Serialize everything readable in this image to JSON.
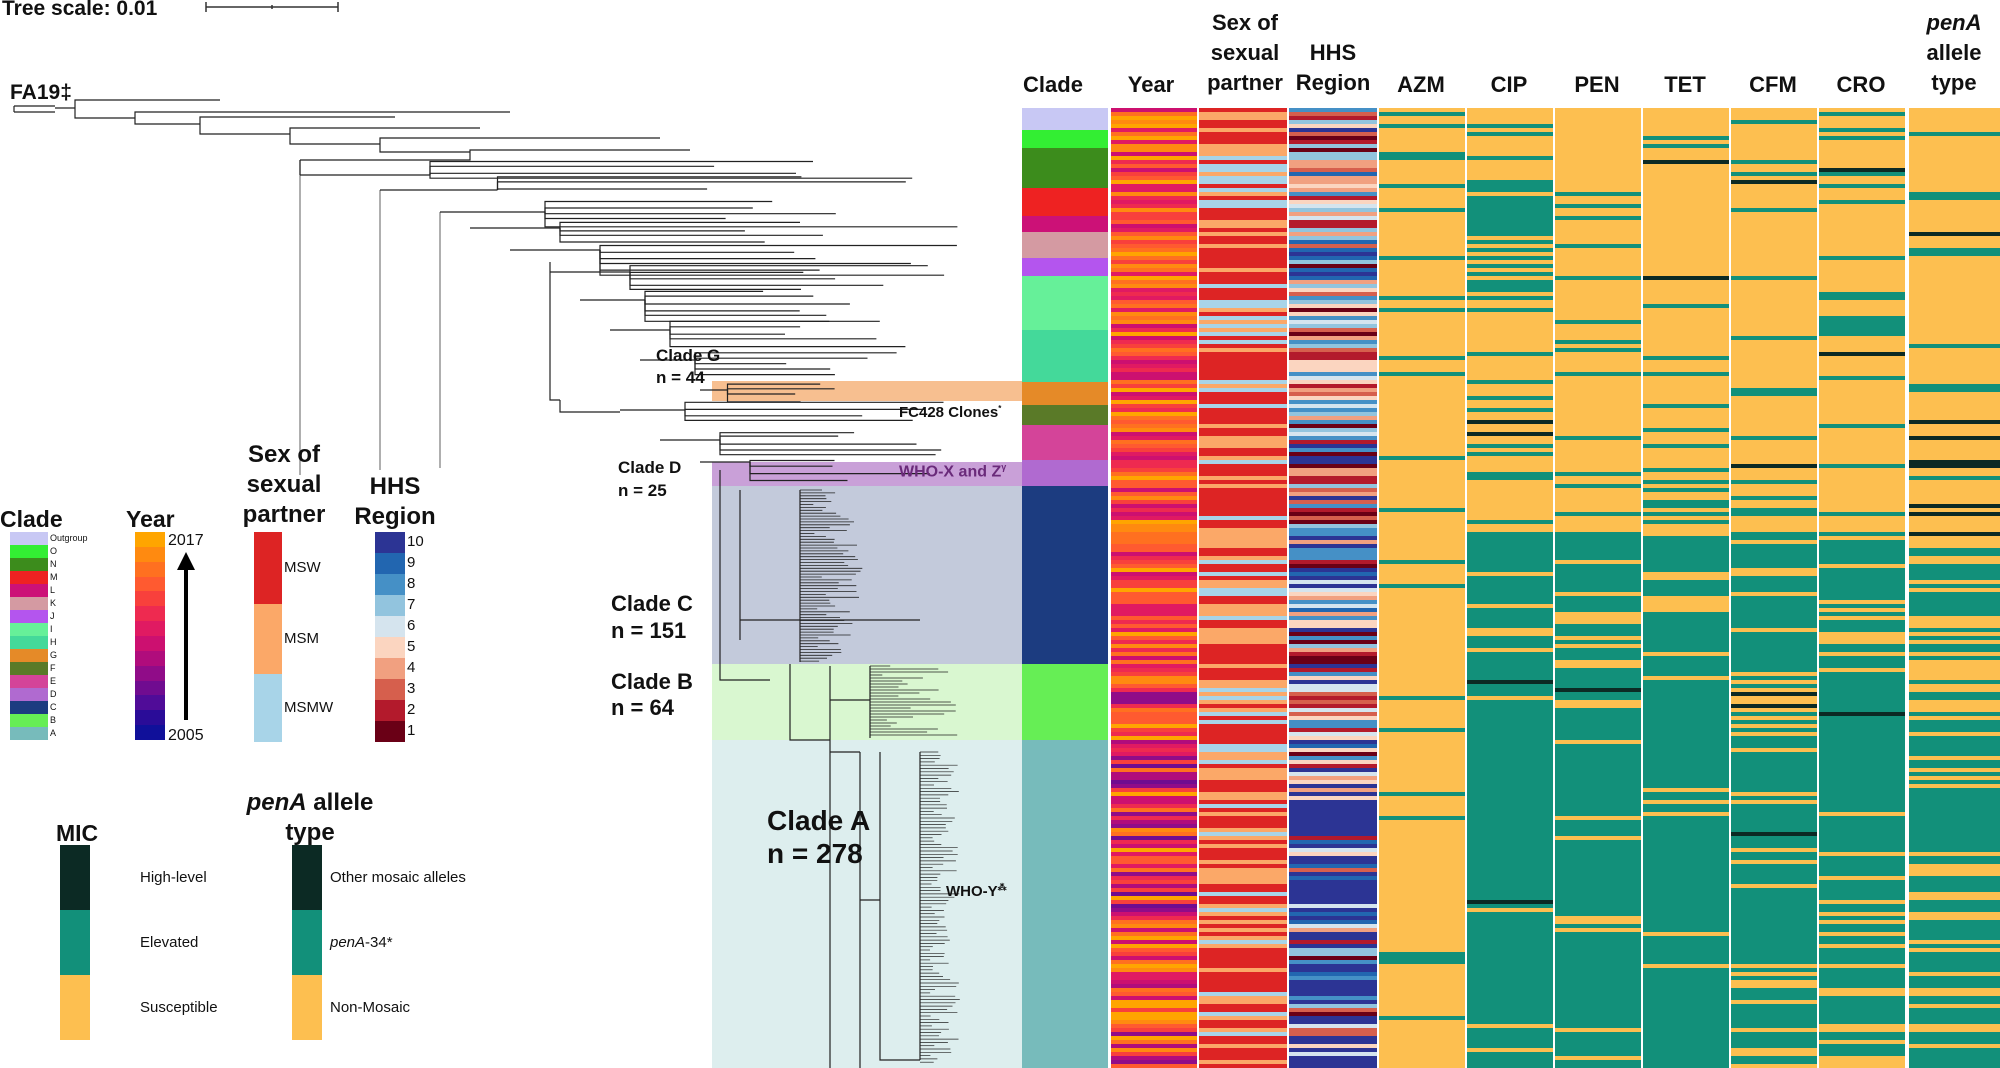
{
  "scale": {
    "label": "Tree scale: 0.01"
  },
  "root_label": "FA19‡",
  "clade_labels": [
    {
      "name": "Clade G",
      "n": "n = 44"
    },
    {
      "name": "Clade D",
      "n": "n = 25"
    },
    {
      "name": "Clade C",
      "n": "n = 151"
    },
    {
      "name": "Clade B",
      "n": "n = 64"
    },
    {
      "name": "Clade A",
      "n": "n = 278"
    }
  ],
  "annotations": {
    "fc428": "FC428 Clones",
    "fc428_mark": "*",
    "whoxz": "WHO-X and Z",
    "whoxz_mark": "γ",
    "whoy": "WHO-Y",
    "whoy_mark": "⁂"
  },
  "columns": {
    "clade": "Clade",
    "year": "Year",
    "sex": [
      "Sex of",
      "sexual",
      "partner"
    ],
    "hhs": [
      "HHS",
      "Region"
    ],
    "azm": "AZM",
    "cip": "CIP",
    "pen": "PEN",
    "tet": "TET",
    "cfm": "CFM",
    "cro": "CRO",
    "pena": [
      "penA",
      "allele",
      "type"
    ]
  },
  "legends": {
    "clade": {
      "title": "Clade",
      "items": [
        {
          "label": "Outgroup",
          "color": "#c8c8f4"
        },
        {
          "label": "O",
          "color": "#33ee33"
        },
        {
          "label": "N",
          "color": "#3c8c1c"
        },
        {
          "label": "M",
          "color": "#ee2222"
        },
        {
          "label": "L",
          "color": "#cc1177"
        },
        {
          "label": "K",
          "color": "#d49aa2"
        },
        {
          "label": "J",
          "color": "#b455ee"
        },
        {
          "label": "I",
          "color": "#66f099"
        },
        {
          "label": "H",
          "color": "#44d99a"
        },
        {
          "label": "G",
          "color": "#e58a28"
        },
        {
          "label": "F",
          "color": "#5a7a28"
        },
        {
          "label": "E",
          "color": "#d44499"
        },
        {
          "label": "D",
          "color": "#b06ad0"
        },
        {
          "label": "C",
          "color": "#1c3c80"
        },
        {
          "label": "B",
          "color": "#66ee55"
        },
        {
          "label": "A",
          "color": "#77bbbb"
        }
      ]
    },
    "year": {
      "title": "Year",
      "top": "2017",
      "bottom": "2005",
      "colors": [
        "#ffa500",
        "#ff8a10",
        "#ff7020",
        "#ff5a30",
        "#f8403c",
        "#ee2a50",
        "#e01a62",
        "#cc1070",
        "#b00c7c",
        "#900c88",
        "#700c90",
        "#500c98",
        "#2a0c98",
        "#10109a"
      ]
    },
    "sex": {
      "title": [
        "Sex of",
        "sexual",
        "partner"
      ],
      "items": [
        {
          "label": "MSW",
          "color": "#dd2424"
        },
        {
          "label": "MSM",
          "color": "#fba868"
        },
        {
          "label": "MSMW",
          "color": "#a8d4e8"
        }
      ]
    },
    "hhs": {
      "title": [
        "HHS",
        "Region"
      ],
      "items": [
        {
          "label": "10",
          "color": "#2c3494"
        },
        {
          "label": "9",
          "color": "#2266b0"
        },
        {
          "label": "8",
          "color": "#4590c6"
        },
        {
          "label": "7",
          "color": "#92c4de"
        },
        {
          "label": "6",
          "color": "#d5e4ee"
        },
        {
          "label": "5",
          "color": "#fbd5c0"
        },
        {
          "label": "4",
          "color": "#f1a080"
        },
        {
          "label": "3",
          "color": "#d65f4d"
        },
        {
          "label": "2",
          "color": "#b31a2c"
        },
        {
          "label": "1",
          "color": "#6a0016"
        }
      ]
    },
    "mic": {
      "title": "MIC",
      "items": [
        {
          "label": "High-level",
          "color": "#0c2a24"
        },
        {
          "label": "Elevated",
          "color": "#12907a"
        },
        {
          "label": "Susceptible",
          "color": "#fdbf50"
        }
      ]
    },
    "pena": {
      "title_italic": "penA",
      "title_rest": " allele",
      "title_line2": "type",
      "items": [
        {
          "label": "Other mosaic alleles",
          "color": "#0c2a24"
        },
        {
          "label_italic": "penA",
          "label": "-34*",
          "color": "#12907a"
        },
        {
          "label": "Non-Mosaic",
          "color": "#fdbf50"
        }
      ]
    }
  }
}
